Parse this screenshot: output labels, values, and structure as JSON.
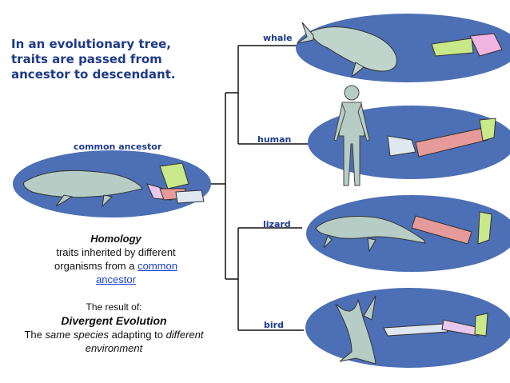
{
  "heading": [
    "In an evolutionary tree,",
    "traits are passed from",
    "ancestor to descendant."
  ],
  "labels": {
    "common_ancestor": "common ancestor",
    "whale": "whale",
    "human": "human",
    "lizard": "lizard",
    "bird": "bird"
  },
  "homology": {
    "title": "Homology",
    "line1": "traits inherited by different",
    "line2_prefix": "organisms from a",
    "link": "common",
    "line3": "ancestor"
  },
  "result": {
    "intro": "The result of:",
    "title": "Divergent Evolution",
    "prefix": "The",
    "same_species": "same species",
    "middle": "adapting to",
    "different": "different",
    "last": "environment"
  },
  "colors": {
    "ellipse": "#4d6fb5",
    "tree_line": "#111111",
    "heading": "#1e3a8a",
    "animal": "#b6d0c4"
  }
}
